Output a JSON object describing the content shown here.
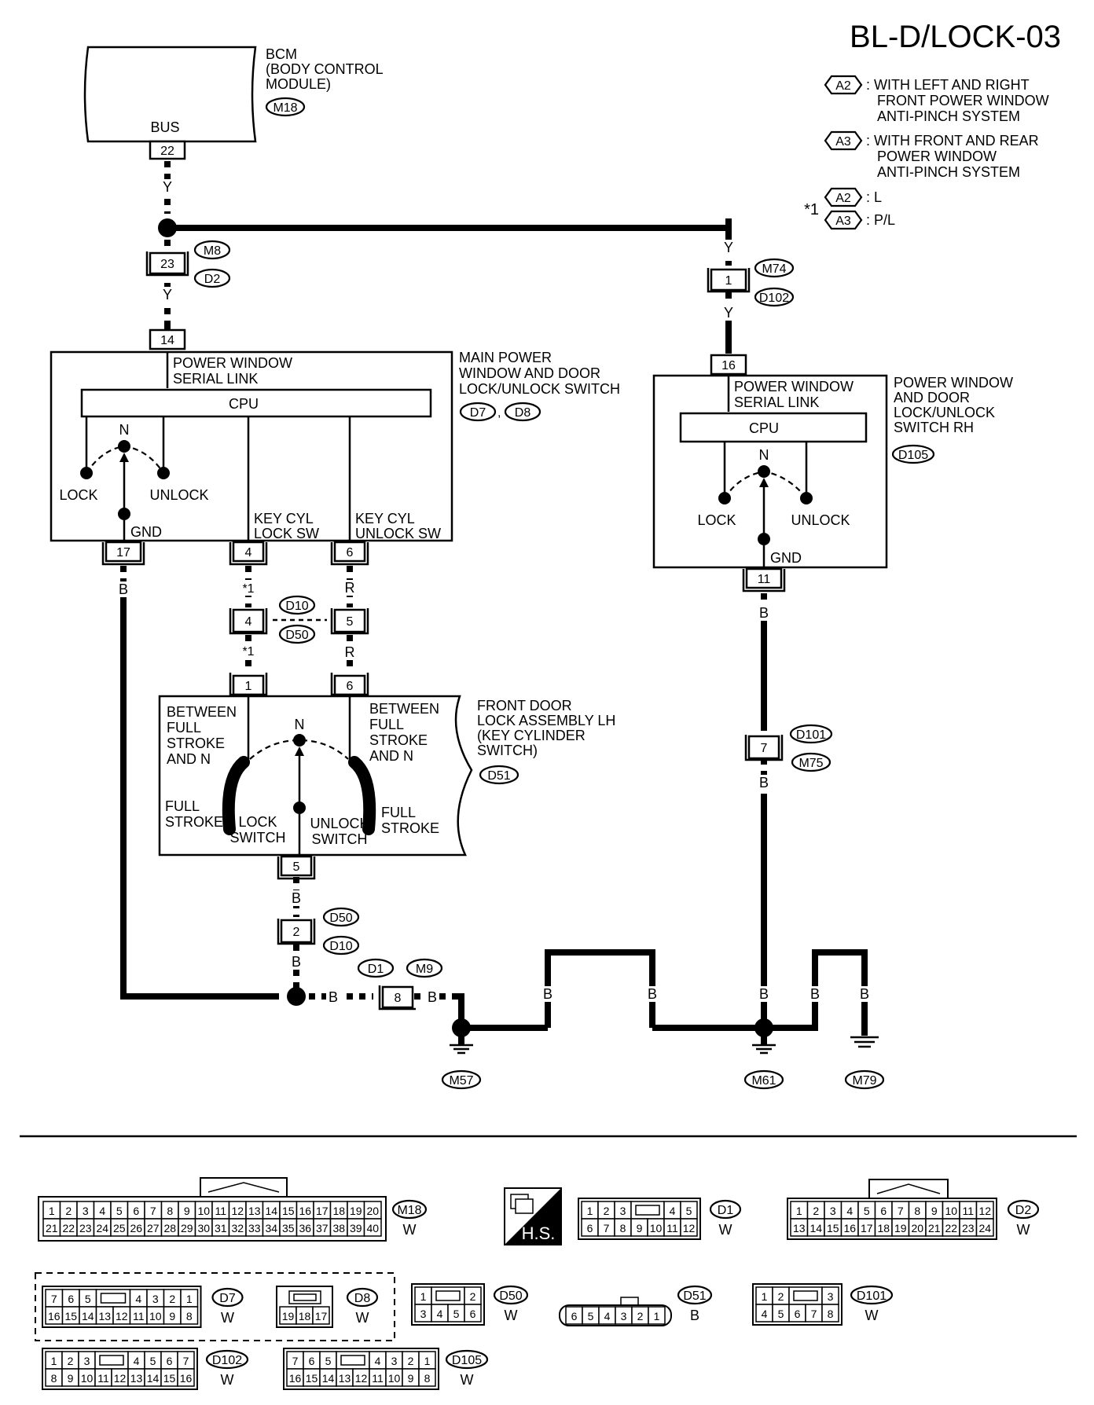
{
  "page_id": "BL-D/LOCK-03",
  "legend": {
    "a2": {
      "tag": "A2",
      "text": [
        ": WITH LEFT AND RIGHT",
        "FRONT POWER WINDOW",
        "ANTI-PINCH SYSTEM"
      ]
    },
    "a3": {
      "tag": "A3",
      "text": [
        ": WITH FRONT AND REAR",
        "POWER WINDOW",
        "ANTI-PINCH SYSTEM"
      ]
    },
    "note_mark": "*1",
    "note_a2": ": L",
    "note_a3": ": P/L"
  },
  "bcm": {
    "name": [
      "BCM",
      "(BODY CONTROL",
      "MODULE)"
    ],
    "connector": "M18",
    "bus": "BUS",
    "pin": "22"
  },
  "main_switch": {
    "name": [
      "MAIN POWER",
      "WINDOW AND DOOR",
      "LOCK/UNLOCK SWITCH"
    ],
    "connectors": [
      "D7",
      "D8"
    ],
    "serial": [
      "POWER WINDOW",
      "SERIAL LINK"
    ],
    "cpu": "CPU",
    "n": "N",
    "lock": "LOCK",
    "unlock": "UNLOCK",
    "gnd": "GND",
    "key_lock": [
      "KEY CYL",
      "LOCK SW"
    ],
    "key_unlock": [
      "KEY CYL",
      "UNLOCK SW"
    ],
    "pins": {
      "top": "14",
      "gnd": "17",
      "lock": "4",
      "unlock": "6"
    }
  },
  "rh_switch": {
    "name": [
      "POWER WINDOW",
      "AND DOOR",
      "LOCK/UNLOCK",
      "SWITCH RH"
    ],
    "connector": "D105",
    "serial": [
      "POWER WINDOW",
      "SERIAL LINK"
    ],
    "cpu": "CPU",
    "n": "N",
    "lock": "LOCK",
    "unlock": "UNLOCK",
    "gnd": "GND",
    "pins": {
      "top": "16",
      "gnd": "11"
    }
  },
  "door_lock": {
    "name": [
      "FRONT DOOR",
      "LOCK ASSEMBLY LH",
      "(KEY CYLINDER",
      "SWITCH)"
    ],
    "connector": "D51",
    "between_l": [
      "BETWEEN",
      "FULL",
      "STROKE",
      "AND N"
    ],
    "between_r": [
      "BETWEEN",
      "FULL",
      "STROKE",
      "AND N"
    ],
    "n": "N",
    "full_l": [
      "FULL",
      "STROKE"
    ],
    "full_r": [
      "FULL",
      "STROKE"
    ],
    "lock_sw": [
      "LOCK",
      "SWITCH"
    ],
    "unlock_sw": [
      "UNLOCK",
      "SWITCH"
    ],
    "pins": {
      "l": "1",
      "r": "6",
      "b": "5"
    }
  },
  "joints": {
    "j23": {
      "pin": "23",
      "top": "M8",
      "bot": "D2"
    },
    "j1": {
      "pin": "1",
      "top": "M74",
      "bot": "D102"
    },
    "j45": {
      "pin_l": "4",
      "pin_r": "5",
      "top": "D10",
      "bot": "D50"
    },
    "j2": {
      "pin": "2",
      "top": "D50",
      "bot": "D10"
    },
    "j8": {
      "pin": "8",
      "left": "D1",
      "right": "M9"
    },
    "j7": {
      "pin": "7",
      "top": "D101",
      "bot": "M75"
    }
  },
  "wire_colors": {
    "y": "Y",
    "b": "B",
    "r": "R",
    "star": "*1"
  },
  "grounds": [
    "M57",
    "M61",
    "M79"
  ],
  "connector_views": {
    "m18": {
      "name": "M18",
      "color": "W",
      "row1": [
        "1",
        "2",
        "3",
        "4",
        "5",
        "6",
        "7",
        "8",
        "9",
        "10",
        "11",
        "12",
        "13",
        "14",
        "15",
        "16",
        "17",
        "18",
        "19",
        "20"
      ],
      "row2": [
        "21",
        "22",
        "23",
        "24",
        "25",
        "26",
        "27",
        "28",
        "29",
        "30",
        "31",
        "32",
        "33",
        "34",
        "35",
        "36",
        "37",
        "38",
        "39",
        "40"
      ]
    },
    "hs": "H.S.",
    "d1": {
      "name": "D1",
      "color": "W",
      "row1": [
        "1",
        "2",
        "3",
        "",
        "4",
        "5"
      ],
      "row2": [
        "6",
        "7",
        "8",
        "9",
        "10",
        "11",
        "12"
      ]
    },
    "d2": {
      "name": "D2",
      "color": "W",
      "row1": [
        "1",
        "2",
        "3",
        "4",
        "5",
        "6",
        "7",
        "8",
        "9",
        "10",
        "11",
        "12"
      ],
      "row2": [
        "13",
        "14",
        "15",
        "16",
        "17",
        "18",
        "19",
        "20",
        "21",
        "22",
        "23",
        "24"
      ]
    },
    "d7": {
      "name": "D7",
      "color": "W",
      "row1": [
        "7",
        "6",
        "5",
        "",
        "4",
        "3",
        "2",
        "1"
      ],
      "row2": [
        "16",
        "15",
        "14",
        "13",
        "12",
        "11",
        "10",
        "9",
        "8"
      ]
    },
    "d8": {
      "name": "D8",
      "color": "W",
      "row2": [
        "19",
        "18",
        "17"
      ]
    },
    "d50": {
      "name": "D50",
      "color": "W",
      "row1": [
        "1",
        "",
        "2"
      ],
      "row2": [
        "3",
        "4",
        "5",
        "6"
      ]
    },
    "d51": {
      "name": "D51",
      "color": "B",
      "row1": [
        "6",
        "5",
        "4",
        "3",
        "2",
        "1"
      ]
    },
    "d101": {
      "name": "D101",
      "color": "W",
      "row1": [
        "1",
        "2",
        "",
        "3"
      ],
      "row2": [
        "4",
        "5",
        "6",
        "7",
        "8"
      ]
    },
    "d102": {
      "name": "D102",
      "color": "W",
      "row1": [
        "1",
        "2",
        "3",
        "",
        "4",
        "5",
        "6",
        "7"
      ],
      "row2": [
        "8",
        "9",
        "10",
        "11",
        "12",
        "13",
        "14",
        "15",
        "16"
      ]
    },
    "d105": {
      "name": "D105",
      "color": "W",
      "row1": [
        "7",
        "6",
        "5",
        "",
        "4",
        "3",
        "2",
        "1"
      ],
      "row2": [
        "16",
        "15",
        "14",
        "13",
        "12",
        "11",
        "10",
        "9",
        "8"
      ]
    }
  }
}
